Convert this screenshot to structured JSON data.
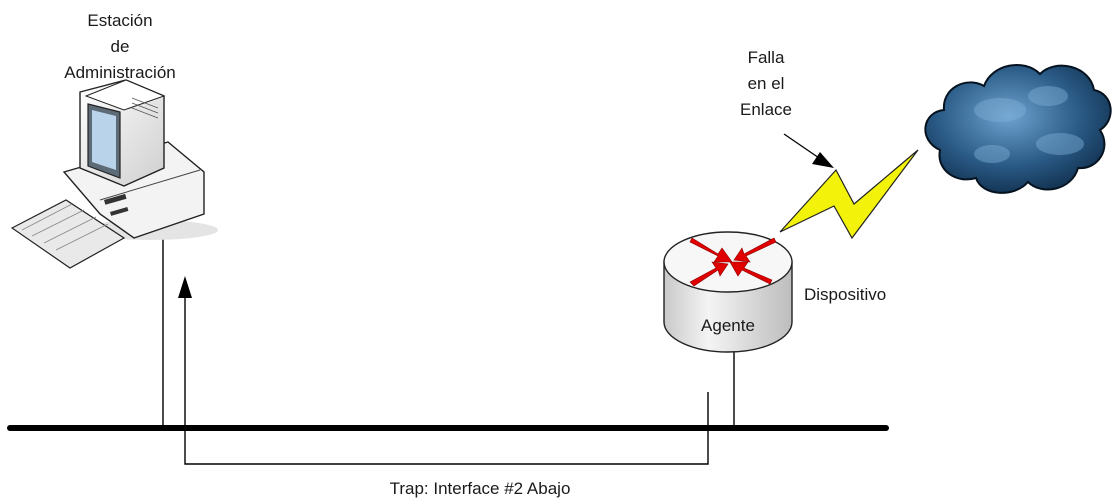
{
  "labels": {
    "station": [
      "Estación",
      "de",
      "Administración"
    ],
    "failure": [
      "Falla",
      "en el",
      "Enlace"
    ],
    "device": "Dispositivo",
    "agent": "Agente",
    "trap": "Trap: Interface #2 Abajo"
  },
  "colors": {
    "line": "#000000",
    "router_body": "#e6e6e6",
    "router_arrows": "#e00000",
    "lightning_fill": "#f2f20a",
    "cloud": "#2a5a86"
  },
  "icons": [
    "computer-icon",
    "router-icon",
    "lightning-icon",
    "cloud-icon"
  ]
}
